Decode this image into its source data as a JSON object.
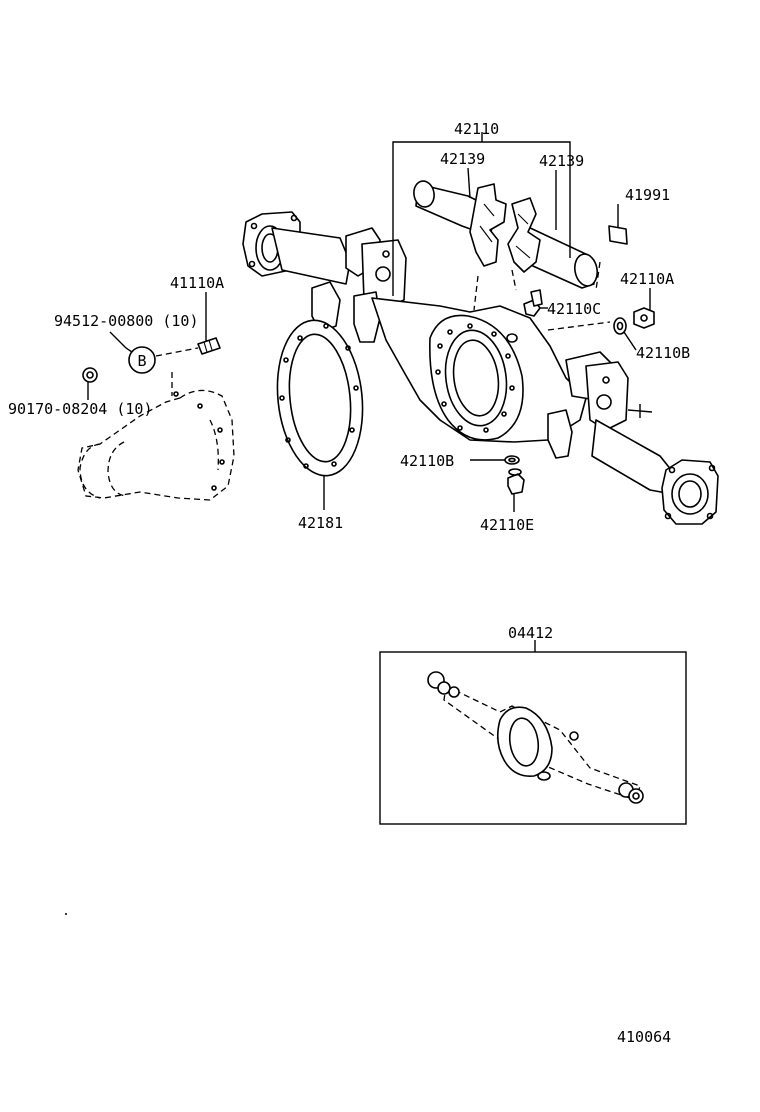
{
  "labels": {
    "p42110": "42110",
    "p42139a": "42139",
    "p42139b": "42139",
    "p41991": "41991",
    "p42110A_r": "42110A",
    "p42110C": "42110C",
    "p42110B_r": "42110B",
    "p41110A": "41110A",
    "p94512": "94512-00800 (10)",
    "pB": "B",
    "p90170": "90170-08204 (10)",
    "p42181": "42181",
    "p42110B_l": "42110B",
    "p42110E": "42110E",
    "p04412": "04412",
    "fig": "410064"
  },
  "icons": {
    "axle_housing": "rear-axle-housing",
    "differential_carrier": "differential-carrier",
    "gasket": "carrier-gasket",
    "kit": "axle-housing-kit"
  }
}
